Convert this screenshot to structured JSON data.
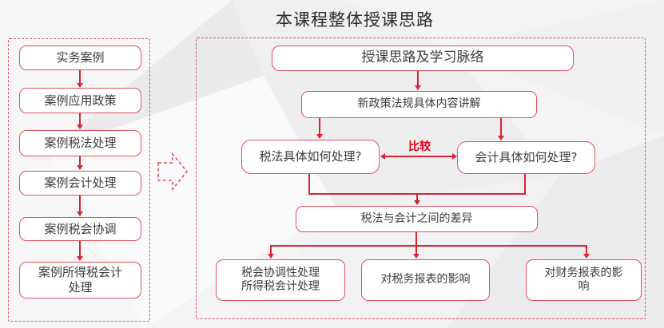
{
  "title": "本课程整体授课思路",
  "colors": {
    "box_border": "#e2505e",
    "line": "#d92433",
    "text": "#3d3d3d",
    "compare_label": "#e60012",
    "background": "#f4f4f5"
  },
  "icons": {
    "panel_link": "dashed-right-block-arrow"
  },
  "left_panel": {
    "steps": [
      "实务案例",
      "案例应用政策",
      "案例税法处理",
      "案例会计处理",
      "案例税会协调",
      "案例所得税会计\n处理"
    ]
  },
  "right_panel": {
    "header": "授课思路及学习脉络",
    "intro": "新政策法规具体内容讲解",
    "tax_question": "税法具体如何处理?",
    "accounting_question": "会计具体如何处理?",
    "compare_label": "比较",
    "difference": "税法与会计之间的差异",
    "outcomes": [
      "税会协调性处理\n所得税会计处理",
      "对税务报表的影响",
      "对财务报表的影\n响"
    ]
  }
}
